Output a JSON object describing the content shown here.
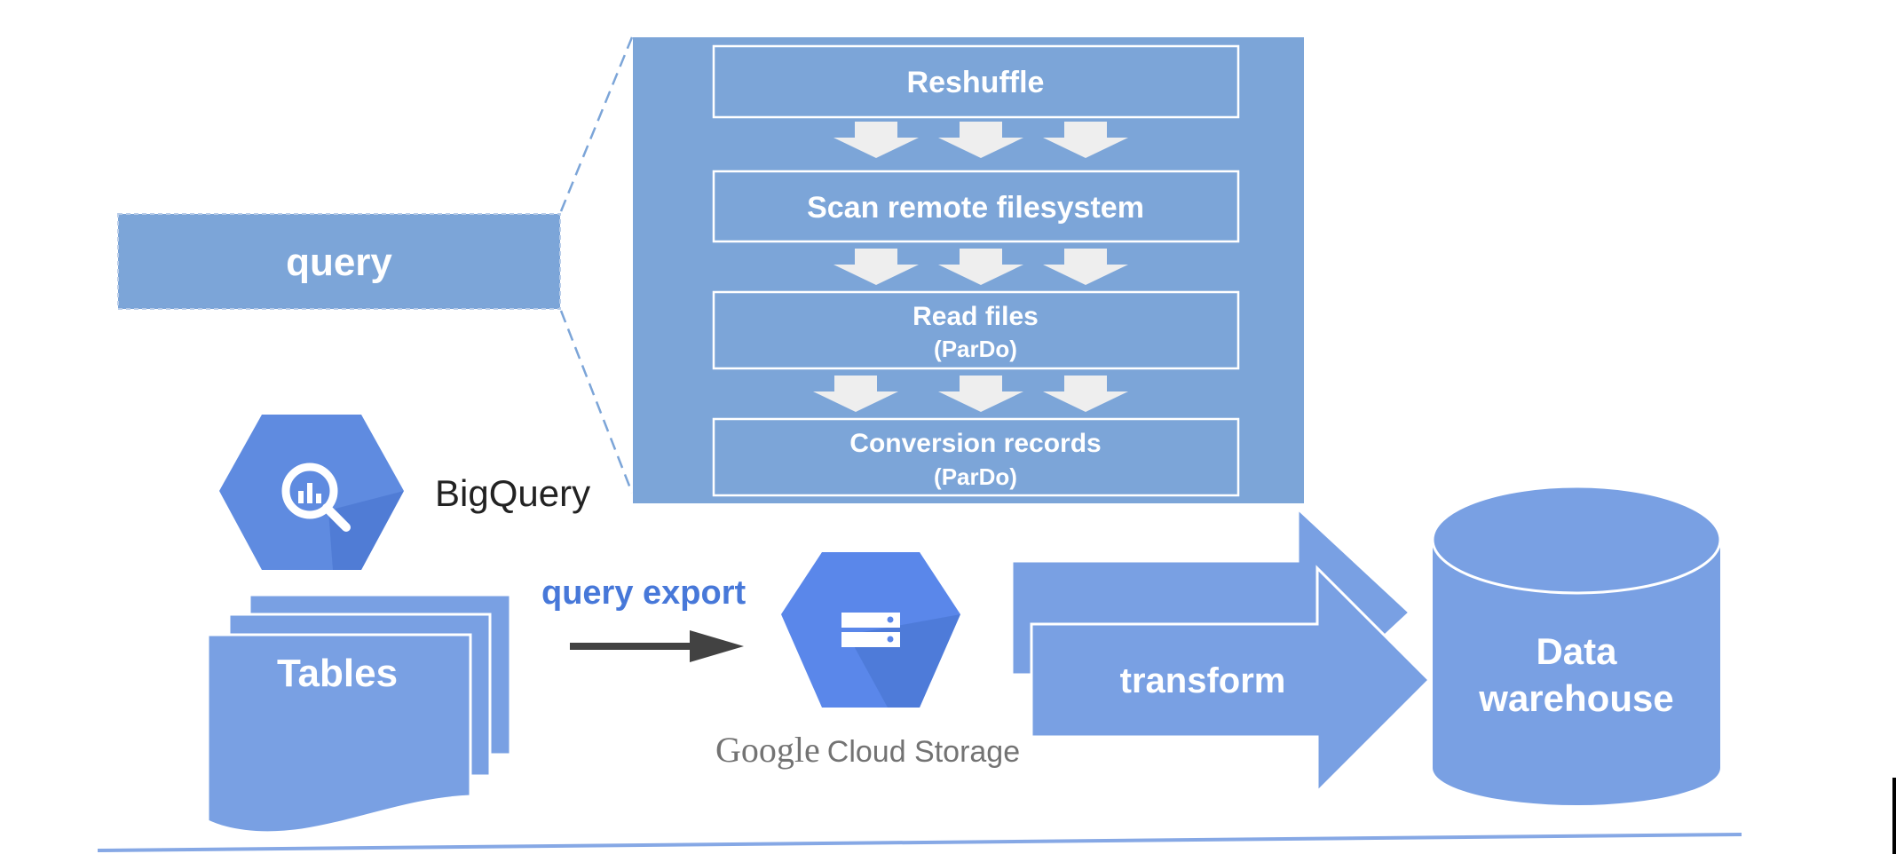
{
  "colors": {
    "box": "#7ca5d8",
    "big_shape": "#79a0e3",
    "arrow_chevron": "#eeeeee",
    "dark_arrow": "#424242",
    "label_blue": "#4778d9",
    "white": "#ffffff",
    "bigquery_hex": "#5f8be0",
    "gcs_hex": "#5a87ea",
    "hex_shadow": "#4673cd",
    "google_text": "#737373",
    "baseline": "#86a8e5"
  },
  "pipeline": {
    "query_label": "query",
    "steps": [
      {
        "title": "Reshuffle",
        "subtitle": ""
      },
      {
        "title": "Scan remote filesystem",
        "subtitle": ""
      },
      {
        "title": "Read files",
        "subtitle": "(ParDo)"
      },
      {
        "title": "Conversion records",
        "subtitle": "(ParDo)"
      }
    ]
  },
  "bigquery": {
    "label": "BigQuery",
    "icon": "bigquery-magnifier-icon"
  },
  "tables": {
    "label": "Tables"
  },
  "export": {
    "label": "query export"
  },
  "gcs": {
    "brand": "Google",
    "product": "Cloud Storage",
    "icon": "storage-server-icon"
  },
  "transform": {
    "label": "transform"
  },
  "warehouse": {
    "line1": "Data",
    "line2": "warehouse"
  }
}
